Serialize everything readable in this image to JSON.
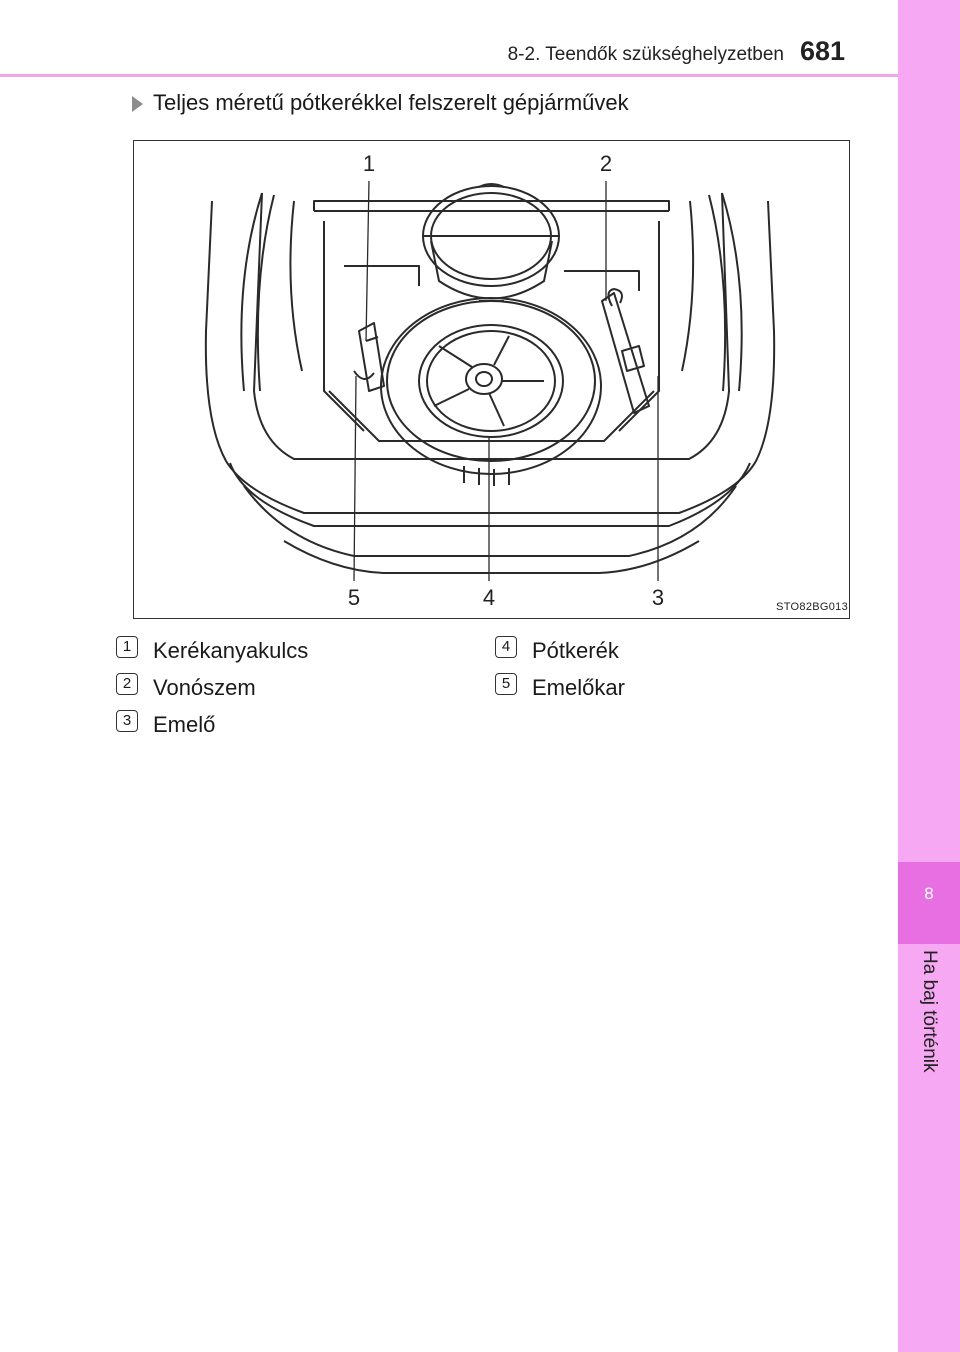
{
  "header": {
    "section": "8-2. Teendők szükséghelyzetben",
    "page_number": "681"
  },
  "side_tab": {
    "chapter_number": "8",
    "chapter_title": "Ha baj történik"
  },
  "intro": {
    "text": "Teljes méretű pótkerékkel felszerelt gépjárművek"
  },
  "figure": {
    "code": "STO82BG013",
    "callouts": [
      "1",
      "2",
      "3",
      "4",
      "5"
    ]
  },
  "legend": [
    {
      "num": "1",
      "label": "Kerékanyakulcs"
    },
    {
      "num": "2",
      "label": "Vonószem"
    },
    {
      "num": "3",
      "label": "Emelő"
    },
    {
      "num": "4",
      "label": "Pótkerék"
    },
    {
      "num": "5",
      "label": "Emelőkar"
    }
  ],
  "colors": {
    "accent": "#f7a8f3",
    "accent_dark": "#e86fe2"
  }
}
